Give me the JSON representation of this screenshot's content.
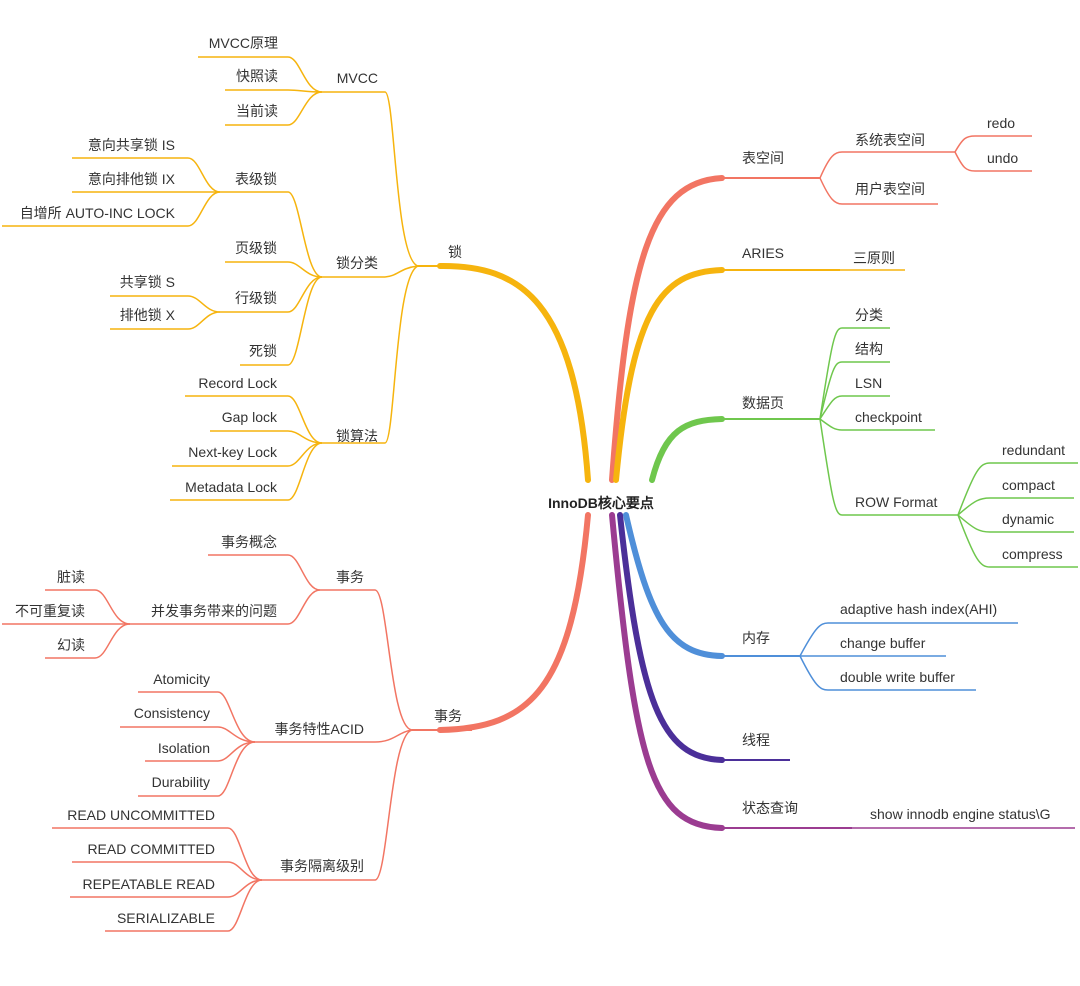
{
  "mindmap": {
    "center": "InnoDB核心要点",
    "colors": {
      "orange": "#F6B40E",
      "salmon": "#F27563",
      "green": "#6FC74D",
      "blue": "#4F8FD9",
      "indigo": "#4B2F99",
      "purple": "#9B3C91"
    },
    "left": {
      "lock": {
        "label": "锁",
        "mvcc": {
          "label": "MVCC",
          "items": [
            "MVCC原理",
            "快照读",
            "当前读"
          ]
        },
        "classify": {
          "label": "锁分类",
          "table": {
            "label": "表级锁",
            "items": [
              "意向共享锁 IS",
              "意向排他锁 IX",
              "自增所 AUTO-INC LOCK"
            ]
          },
          "page": "页级锁",
          "row": {
            "label": "行级锁",
            "items": [
              "共享锁 S",
              "排他锁 X"
            ]
          },
          "deadlock": "死锁"
        },
        "algorithm": {
          "label": "锁算法",
          "items": [
            "Record Lock",
            "Gap lock",
            "Next-key Lock",
            "Metadata Lock"
          ]
        }
      },
      "txn": {
        "label": "事务",
        "txn": {
          "label": "事务",
          "concept": "事务概念",
          "problems": {
            "label": "并发事务带来的问题",
            "items": [
              "脏读",
              "不可重复读",
              "幻读"
            ]
          }
        },
        "acid": {
          "label": "事务特性ACID",
          "items": [
            "Atomicity",
            "Consistency",
            "Isolation",
            "Durability"
          ]
        },
        "isolation": {
          "label": "事务隔离级别",
          "items": [
            "READ UNCOMMITTED",
            "READ COMMITTED",
            "REPEATABLE READ",
            "SERIALIZABLE"
          ]
        }
      }
    },
    "right": {
      "tablespace": {
        "label": "表空间",
        "system": {
          "label": "系统表空间",
          "items": [
            "redo",
            "undo"
          ]
        },
        "user": "用户表空间"
      },
      "aries": {
        "label": "ARIES",
        "child": "三原则"
      },
      "datapage": {
        "label": "数据页",
        "items": [
          "分类",
          "结构",
          "LSN",
          "checkpoint"
        ],
        "rowformat": {
          "label": "ROW Format",
          "items": [
            "redundant",
            "compact",
            "dynamic",
            "compress"
          ]
        }
      },
      "memory": {
        "label": "内存",
        "items": [
          "adaptive hash index(AHI)",
          "change buffer",
          "double write buffer"
        ]
      },
      "thread": {
        "label": "线程"
      },
      "status": {
        "label": "状态查询",
        "child": "show innodb engine status\\G"
      }
    }
  }
}
